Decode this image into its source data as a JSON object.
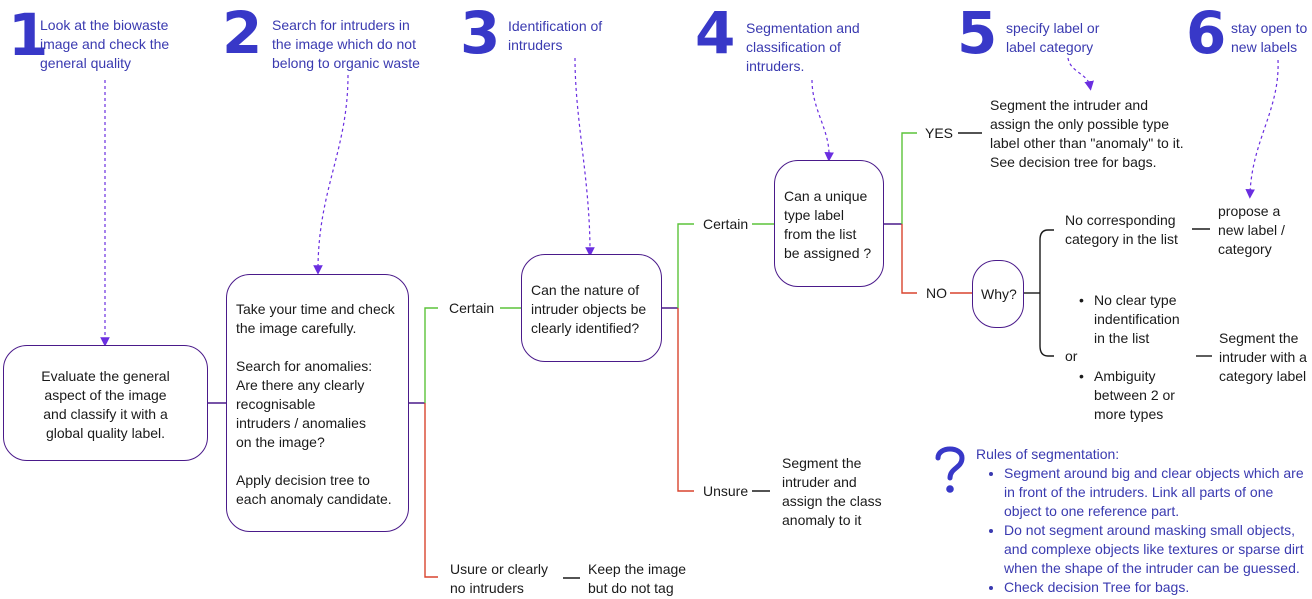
{
  "steps": [
    {
      "number": "1",
      "text": "Look at the biowaste\nimage and check the\ngeneral quality"
    },
    {
      "number": "2",
      "text": "Search for intruders in\nthe image which do not\nbelong to organic waste"
    },
    {
      "number": "3",
      "text": "Identification of\nintruders"
    },
    {
      "number": "4",
      "text": "Segmentation and\nclassification of\nintruders."
    },
    {
      "number": "5",
      "text": "specify label or\nlabel category"
    },
    {
      "number": "6",
      "text": "stay open to\nnew labels"
    }
  ],
  "boxes": {
    "evaluate": "Evaluate the general\naspect of the image\nand classify it with a\nglobal quality label.",
    "search": "Take your time and check\nthe image carefully.\n\nSearch for anomalies:\nAre there any clearly\nrecognisable\nintruders / anomalies\non the image?\n\nApply decision tree to\neach anomaly candidate.",
    "nature": "Can the nature of\nintruder objects be\nclearly identified?",
    "unique": "Can a unique\ntype label\nfrom the list\nbe assigned ?",
    "why": "Why?"
  },
  "labels": {
    "certain_1": "Certain",
    "unsure_none": "Usure or clearly\nno intruders",
    "keep_image": "Keep the image\nbut do not tag",
    "certain_2": "Certain",
    "unsure_2": "Unsure",
    "segment_anomaly": "Segment the\nintruder and\nassign the class\nanomaly to it",
    "yes": "YES",
    "no": "NO",
    "segment_yes": "Segment the intruder and\nassign the only possible type\nlabel other than \"anomaly\" to it.\nSee decision tree for bags.",
    "no_category": "No corresponding\ncategory in the list",
    "propose": "propose a\nnew label /\ncategory",
    "bullet_1": "No clear type\nindentification\nin the list",
    "or": "or",
    "bullet_2": "Ambiguity\nbetween 2 or\nmore types",
    "segment_category": "Segment the\nintruder with a\ncategory label"
  },
  "rules": {
    "icon": "question-mark-icon",
    "title": "Rules of segmentation:",
    "items": [
      "Segment around big and clear objects which are in front of the intruders. Link all parts of one object to one reference part.",
      "Do not segment around masking small objects, and complexe objects like textures or sparse dirt when the shape of the intruder can be guessed.",
      "Check decision Tree for bags."
    ]
  },
  "colors": {
    "accent": "#3838c8",
    "box_border": "#4a1a8a",
    "certain_line": "#5cc33a",
    "unsure_line": "#d9442e",
    "dotted": "#6a2ee0"
  }
}
